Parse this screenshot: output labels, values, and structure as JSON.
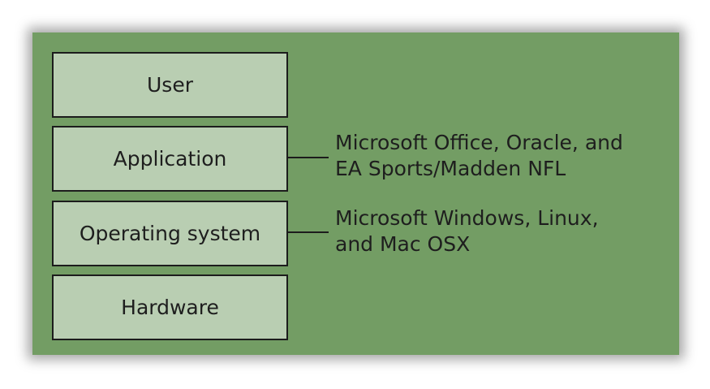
{
  "layers": [
    {
      "label": "User"
    },
    {
      "label": "Application"
    },
    {
      "label": "Operating system"
    },
    {
      "label": "Hardware"
    }
  ],
  "annotations": {
    "application": [
      "Microsoft Office, Oracle, and",
      "EA Sports/Madden NFL"
    ],
    "operating_system": [
      "Microsoft Windows, Linux,",
      "and Mac OSX"
    ]
  },
  "colors": {
    "panel": "#739d64",
    "box": "#b9ceb2",
    "border": "#1c1c1c"
  }
}
